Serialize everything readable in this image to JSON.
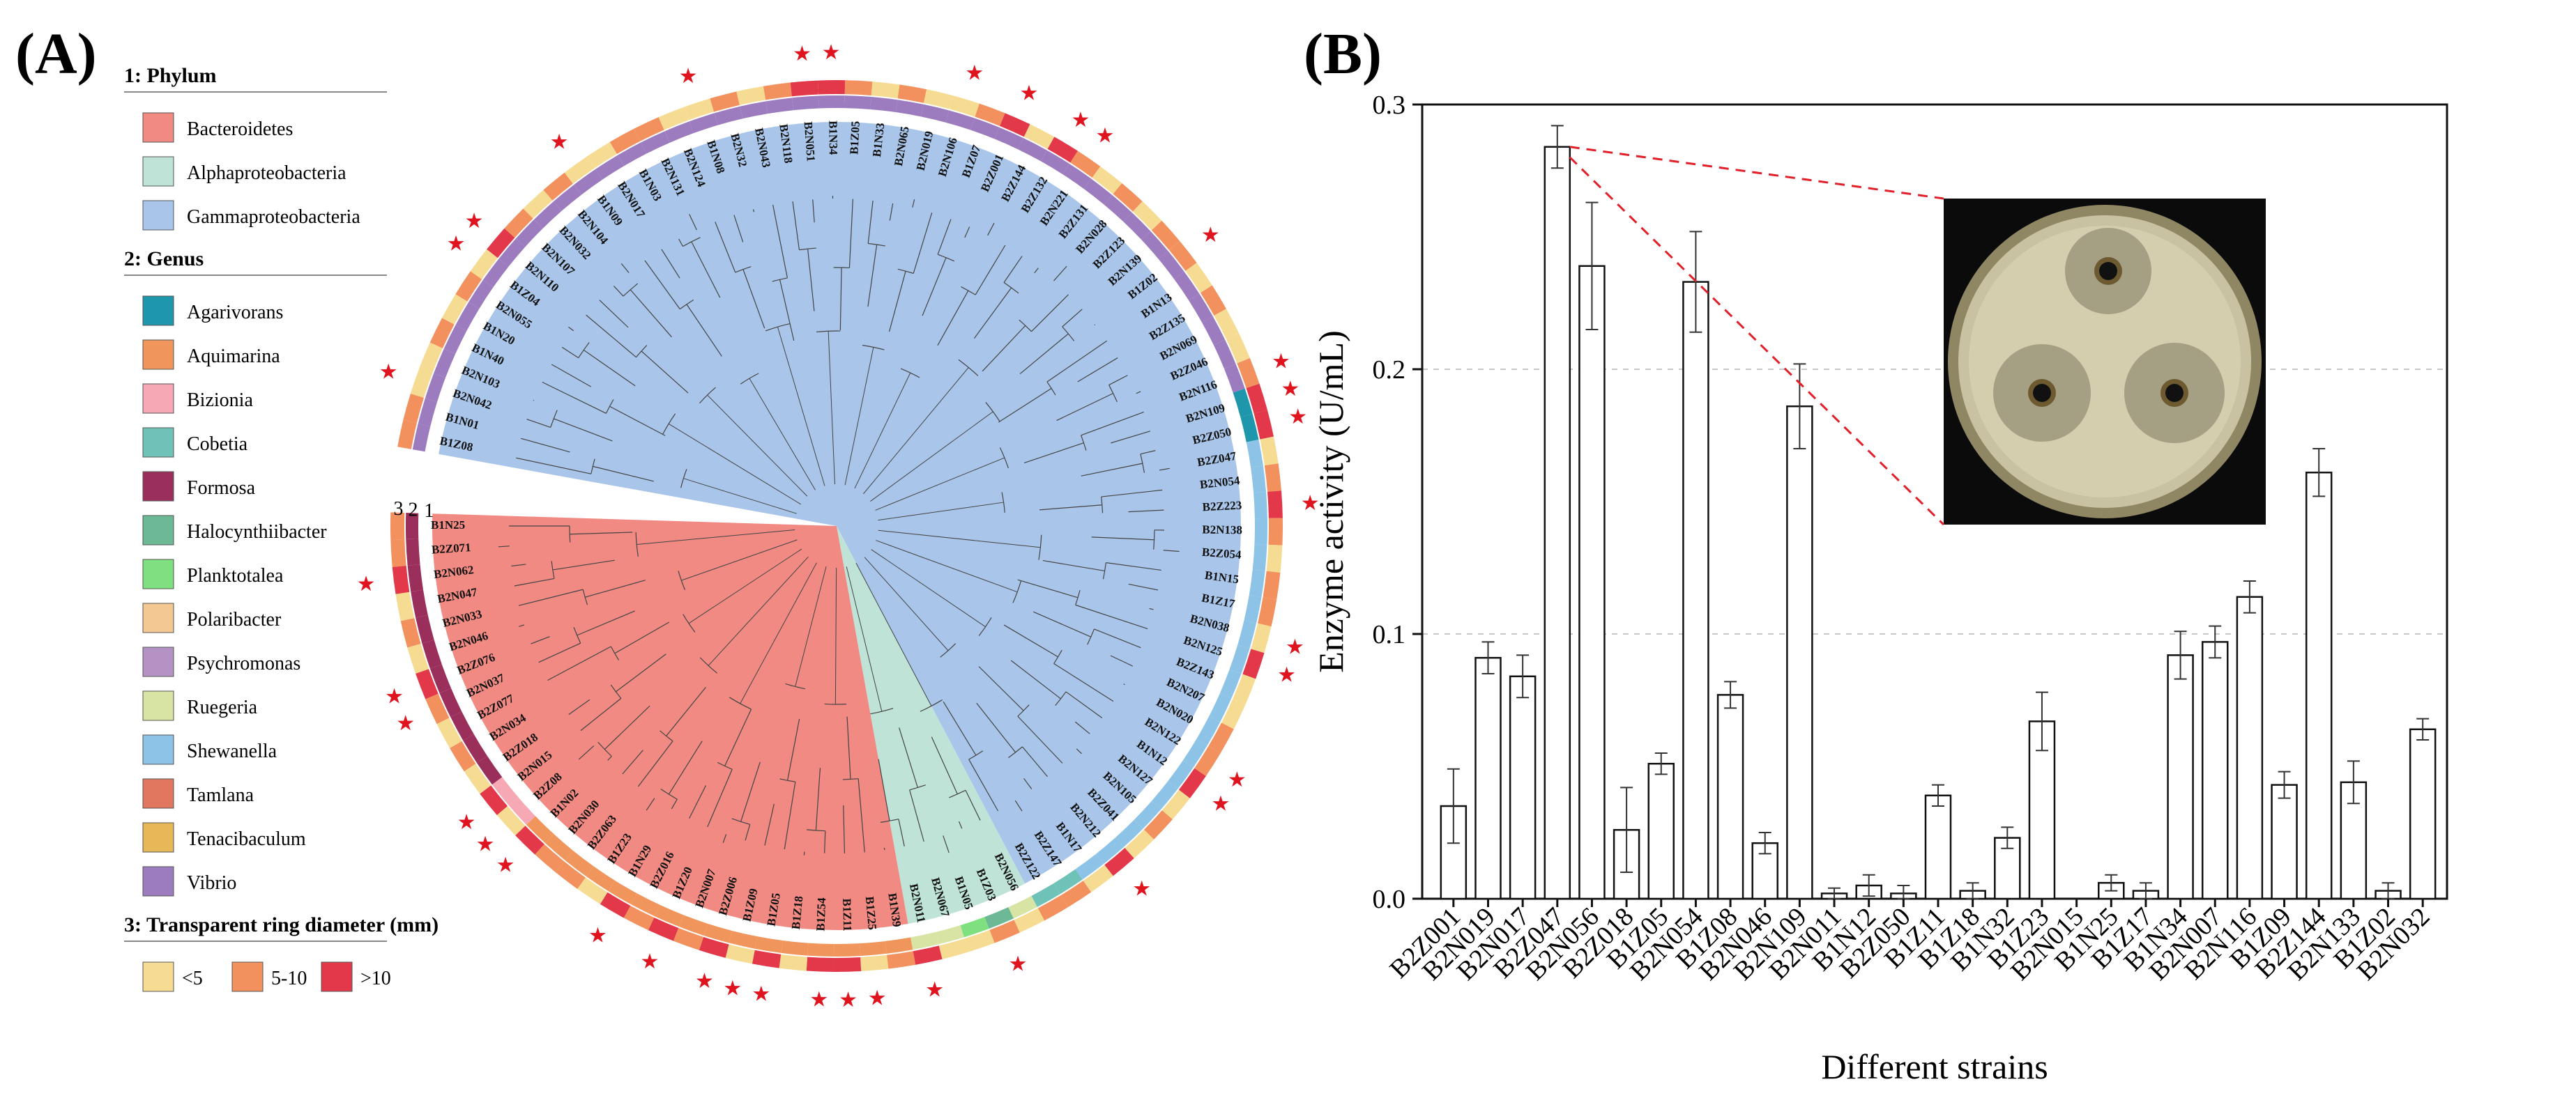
{
  "panel_a": {
    "label": "(A)",
    "legend": {
      "sections": [
        {
          "title": "1: Phylum",
          "items": [
            {
              "name": "Bacteroidetes",
              "color": "#f08a83"
            },
            {
              "name": "Alphaproteobacteria",
              "color": "#bfe3d7"
            },
            {
              "name": "Gammaproteobacteria",
              "color": "#a9c6ea"
            }
          ]
        },
        {
          "title": "2: Genus",
          "items": [
            {
              "name": "Agarivorans",
              "color": "#1e97ad"
            },
            {
              "name": "Aquimarina",
              "color": "#f0965c"
            },
            {
              "name": "Bizionia",
              "color": "#f6a9b5"
            },
            {
              "name": "Cobetia",
              "color": "#6fc2b8"
            },
            {
              "name": "Formosa",
              "color": "#9b2f5c"
            },
            {
              "name": "Halocynthiibacter",
              "color": "#6db895"
            },
            {
              "name": "Planktotalea",
              "color": "#7ee07e"
            },
            {
              "name": "Polaribacter",
              "color": "#f3c892"
            },
            {
              "name": "Psychromonas",
              "color": "#b592c4"
            },
            {
              "name": "Ruegeria",
              "color": "#d8e4a4"
            },
            {
              "name": "Shewanella",
              "color": "#8cc3e6"
            },
            {
              "name": "Tamlana",
              "color": "#e2775f"
            },
            {
              "name": "Tenacibaculum",
              "color": "#e6b858"
            },
            {
              "name": "Vibrio",
              "color": "#9d7bbf"
            }
          ]
        },
        {
          "title": "3: Transparent ring diameter (mm)",
          "items": [
            {
              "name": "<5",
              "color": "#f6dc93"
            },
            {
              "name": "5-10",
              "color": "#f2915e"
            },
            {
              "name": ">10",
              "color": "#e2384a"
            }
          ]
        }
      ]
    },
    "ring_numbers": [
      "3",
      "2",
      "1"
    ],
    "leaves": [
      "B1Z08",
      "B1N01",
      "B2N042",
      "B2N103",
      "B1N40",
      "B1N20",
      "B2N055",
      "B1Z04",
      "B2N110",
      "B2N107",
      "B2N032",
      "B2N104",
      "B1N09",
      "B2N017",
      "B1N03",
      "B2N131",
      "B2N124",
      "B1N08",
      "B2N32",
      "B2N043",
      "B2N118",
      "B2N051",
      "B1N34",
      "B1Z05",
      "B1N33",
      "B2N065",
      "B2N019",
      "B2N106",
      "B1Z07",
      "B2Z001",
      "B2Z144",
      "B2Z132",
      "B2N221",
      "B2Z131",
      "B2N028",
      "B2Z123",
      "B2N139",
      "B1Z02",
      "B1N13",
      "B2Z135",
      "B2N069",
      "B2Z046",
      "B2N116",
      "B2N109",
      "B2Z050",
      "B2Z047",
      "B2N054",
      "B2Z223",
      "B2N138",
      "B2Z054",
      "B1N15",
      "B1Z17",
      "B2N038",
      "B2N125",
      "B2Z143",
      "B2N207",
      "B2N020",
      "B2N122",
      "B1N12",
      "B2N127",
      "B2N105",
      "B2Z041",
      "B2N212",
      "B1N17",
      "B2Z147",
      "B2Z122",
      "B2N056",
      "B1Z03",
      "B1N05",
      "B2N067",
      "B2N011",
      "B1N39",
      "B1Z25",
      "B1Z11",
      "B1Z54",
      "B1Z18",
      "B1Z05",
      "B1Z09",
      "B2Z006",
      "B2N007",
      "B1Z20",
      "B2Z016",
      "B1N29",
      "B1Z23",
      "B2Z063",
      "B2N030",
      "B1N02",
      "B2Z08",
      "B2N015",
      "B2Z018",
      "B2N034",
      "B2Z077",
      "B2N037",
      "B2Z076",
      "B2N046",
      "B2N033",
      "B2N047",
      "B2N062",
      "B2Z071",
      "B1N25"
    ]
  },
  "panel_b": {
    "label": "(B)",
    "inset_caption": ""
  },
  "chart_data": {
    "type": "bar",
    "title": "",
    "xlabel": "Different strains",
    "ylabel": "Enzyme activity (U/mL)",
    "ylim": [
      0,
      0.3
    ],
    "yticks": [
      "0.0",
      "0.1",
      "0.2",
      "0.3"
    ],
    "grid": "horizontal dashed at 0.1 and 0.2",
    "categories": [
      "B2Z001",
      "B2N019",
      "B2N017",
      "B2Z047",
      "B2N056",
      "B2Z018",
      "B1Z05",
      "B2N054",
      "B1Z08",
      "B2N046",
      "B2N109",
      "B2N011",
      "B1N12",
      "B2Z050",
      "B1Z11",
      "B1Z18",
      "B1N32",
      "B1Z23",
      "B2N015",
      "B1N25",
      "B1Z17",
      "B1N34",
      "B2N007",
      "B2N116",
      "B1Z09",
      "B2Z144",
      "B2N133",
      "B1Z02",
      "B2N032"
    ],
    "values": [
      0.035,
      0.091,
      0.084,
      0.284,
      0.239,
      0.026,
      0.051,
      0.233,
      0.077,
      0.021,
      0.186,
      0.002,
      0.005,
      0.002,
      0.039,
      0.003,
      0.023,
      0.067,
      0.0,
      0.006,
      0.003,
      0.092,
      0.097,
      0.114,
      0.043,
      0.161,
      0.044,
      0.003,
      0.064
    ],
    "errors": [
      0.014,
      0.006,
      0.008,
      0.008,
      0.024,
      0.016,
      0.004,
      0.019,
      0.005,
      0.004,
      0.016,
      0.002,
      0.004,
      0.003,
      0.004,
      0.003,
      0.004,
      0.011,
      0.0,
      0.003,
      0.003,
      0.009,
      0.006,
      0.006,
      0.005,
      0.009,
      0.008,
      0.003,
      0.004
    ],
    "bar_color": "#ffffff",
    "edge_color": "#111111",
    "highlight": {
      "category": "B2Z047",
      "line_color": "#e2202a"
    }
  }
}
